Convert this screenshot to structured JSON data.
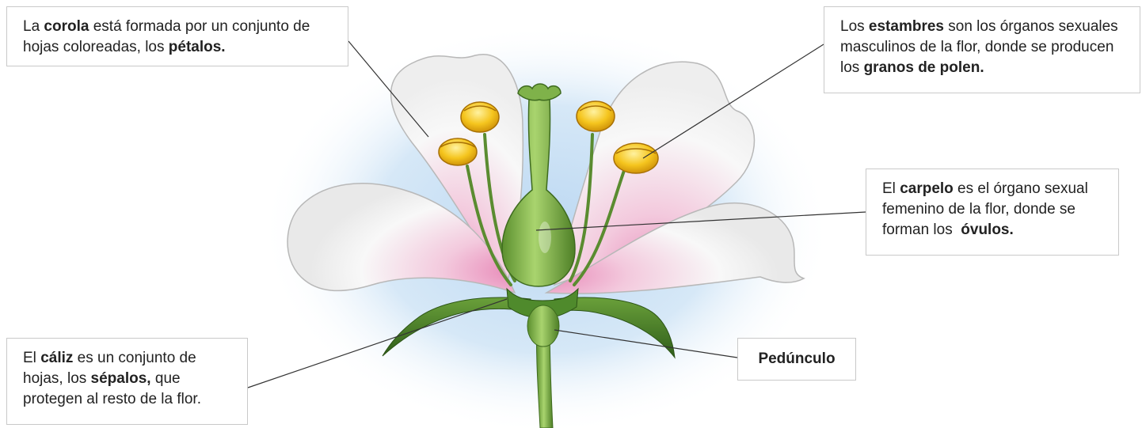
{
  "callouts": {
    "corola": {
      "t1": "La ",
      "b1": "corola",
      "t2": " está formada por un conjunto de hojas coloreadas, los ",
      "b2": "pétalos."
    },
    "estambres": {
      "t1": "Los ",
      "b1": "estambres",
      "t2": " son los órganos sexuales masculinos de la flor, donde se producen los ",
      "b2": "granos de polen."
    },
    "carpelo": {
      "t1": "El ",
      "b1": "carpelo",
      "t2": " es el órgano sexual femenino de la flor, donde se forman los  ",
      "b2": "óvulos."
    },
    "caliz": {
      "t1": "El ",
      "b1": "cáliz",
      "t2": " es un conjunto de hojas, los ",
      "b2": "sépalos,",
      "t3": " que protegen al resto de la flor."
    },
    "pedunculo": {
      "b1": "Pedúnculo"
    }
  },
  "colors": {
    "background_glow": "#cfe3f5",
    "petal": "#f7f7f7",
    "petal_center": "#e8a0c4",
    "pistil": "#7fb24a",
    "sepal": "#4a7f2a",
    "anther": "#f2c21b",
    "leader_line": "#333333"
  }
}
